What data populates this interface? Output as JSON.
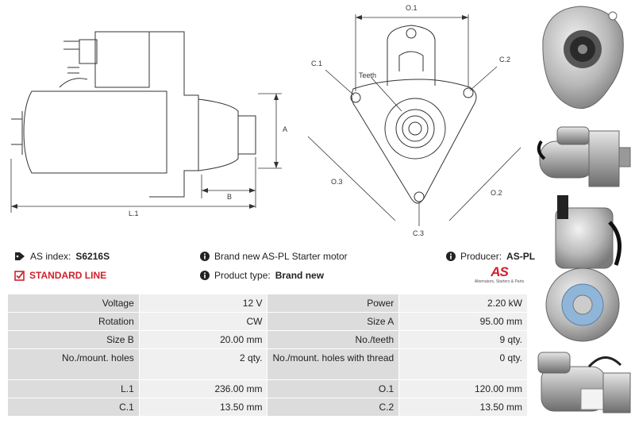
{
  "diagram_labels": {
    "a": "A",
    "b": "B",
    "l1": "L.1",
    "o1": "O.1",
    "o2": "O.2",
    "o3": "O.3",
    "c1": "C.1",
    "c2": "C.2",
    "c3": "C.3",
    "teeth": "Teeth"
  },
  "info": {
    "as_index_label": "AS index:",
    "as_index_value": "S6216S",
    "standard_line": "STANDARD LINE",
    "description": "Brand new AS-PL Starter motor",
    "product_type_label": "Product type:",
    "product_type_value": "Brand new",
    "producer_label": "Producer:",
    "producer_value": "AS-PL",
    "logo_text": "AS",
    "logo_tagline": "Alternators, Starters & Parts"
  },
  "specs": [
    {
      "l1": "Voltage",
      "v1": "12 V",
      "l2": "Power",
      "v2": "2.20 kW"
    },
    {
      "l1": "Rotation",
      "v1": "CW",
      "l2": "Size A",
      "v2": "95.00 mm"
    },
    {
      "l1": "Size B",
      "v1": "20.00 mm",
      "l2": "No./teeth",
      "v2": "9 qty."
    },
    {
      "l1": "No./mount. holes",
      "v1": "2 qty.",
      "l2": "No./mount. holes with thread",
      "v2": "0 qty."
    },
    {
      "l1": "L.1",
      "v1": "236.00 mm",
      "l2": "O.1",
      "v2": "120.00 mm"
    },
    {
      "l1": "C.1",
      "v1": "13.50 mm",
      "l2": "C.2",
      "v2": "13.50 mm"
    }
  ]
}
